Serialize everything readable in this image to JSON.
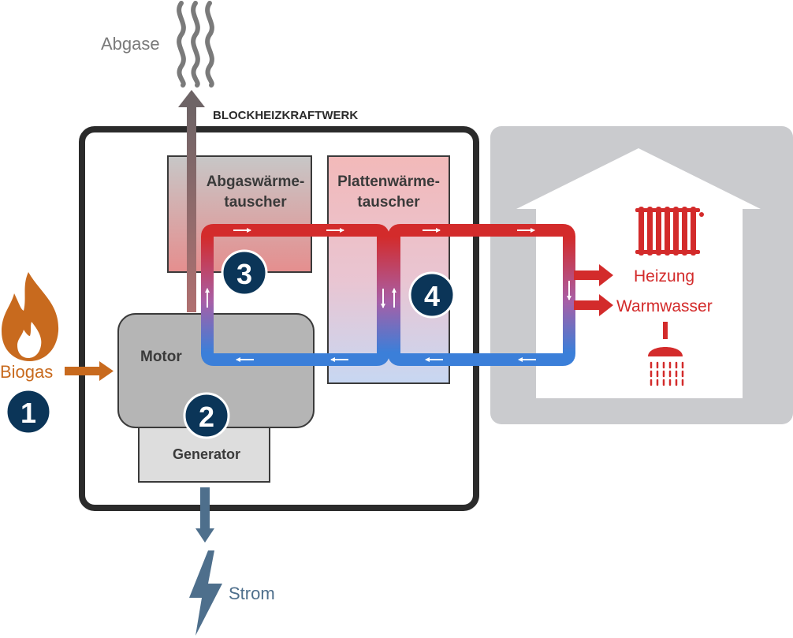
{
  "title": "BLOCKHEIZKRAFTWERK",
  "labels": {
    "exhaust": "Abgase",
    "fuel": "Biogas",
    "electricity": "Strom",
    "engine": "Motor",
    "generator": "Generator",
    "exhaust_hx_line1": "Abgaswärme-",
    "exhaust_hx_line2": "tauscher",
    "plate_hx_line1": "Plattenwärme-",
    "plate_hx_line2": "tauscher",
    "heating": "Heizung",
    "hot_water": "Warmwasser"
  },
  "steps": [
    "1",
    "2",
    "3",
    "4"
  ],
  "colors": {
    "hot": "#d32b2b",
    "cold": "#3b7fd9",
    "fuel": "#c86a1e",
    "navy": "#0b3558",
    "exhaust": "#7a6b6e",
    "strom": "#4e6f8c",
    "house": "#cacbce"
  },
  "icons": [
    "flame-icon",
    "lightning-icon",
    "radiator-icon",
    "shower-icon",
    "smoke-icon"
  ]
}
